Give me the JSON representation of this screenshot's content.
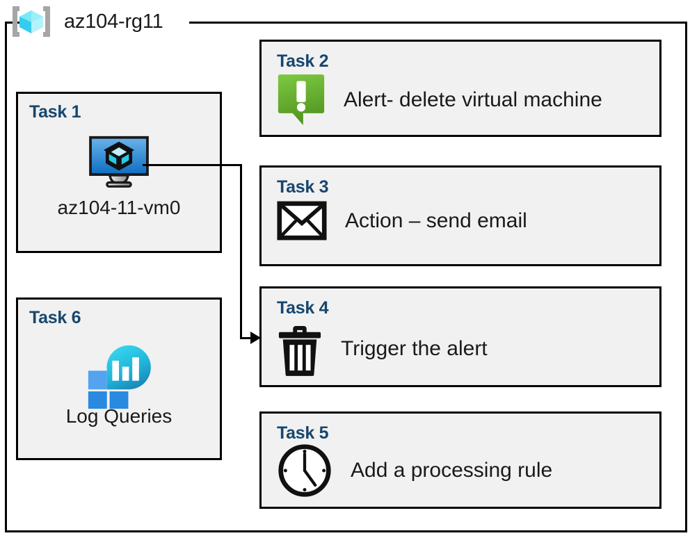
{
  "resource_group": {
    "icon": "resource-group-cube-icon",
    "title": "az104-rg11",
    "frame_color": "#000000"
  },
  "colors": {
    "task_label": "#17466e",
    "card_background": "#f1f1f1",
    "card_border": "#000000",
    "alert_green_light": "#7ac943",
    "alert_green_dark": "#569a23",
    "log_analytics_cyan": "#32d0e8",
    "log_analytics_teal": "#1a88b8",
    "log_analytics_blue": "#2a89e0",
    "log_analytics_blue_light": "#54a3ef",
    "vm_screen_blue_light": "#5aa8e8",
    "vm_screen_blue_dark": "#1071c8"
  },
  "tasks": [
    {
      "id": "task1",
      "label": "Task 1",
      "icon": "virtual-machine-icon",
      "caption": "az104-11-vm0",
      "layout": "vertical"
    },
    {
      "id": "task2",
      "label": "Task 2",
      "icon": "alert-bubble-icon",
      "caption": "Alert- delete virtual machine",
      "layout": "horizontal"
    },
    {
      "id": "task3",
      "label": "Task 3",
      "icon": "envelope-icon",
      "caption": "Action – send email",
      "layout": "horizontal"
    },
    {
      "id": "task4",
      "label": "Task 4",
      "icon": "trash-can-icon",
      "caption": "Trigger the alert",
      "layout": "horizontal"
    },
    {
      "id": "task5",
      "label": "Task 5",
      "icon": "clock-icon",
      "caption": "Add a processing rule",
      "layout": "horizontal"
    },
    {
      "id": "task6",
      "label": "Task 6",
      "icon": "log-analytics-icon",
      "caption": "Log Queries",
      "layout": "vertical"
    }
  ],
  "connector": {
    "name": "vm-to-task4-connector",
    "from": "task1-virtual-machine-icon",
    "to": "task4",
    "arrowhead": "right"
  }
}
